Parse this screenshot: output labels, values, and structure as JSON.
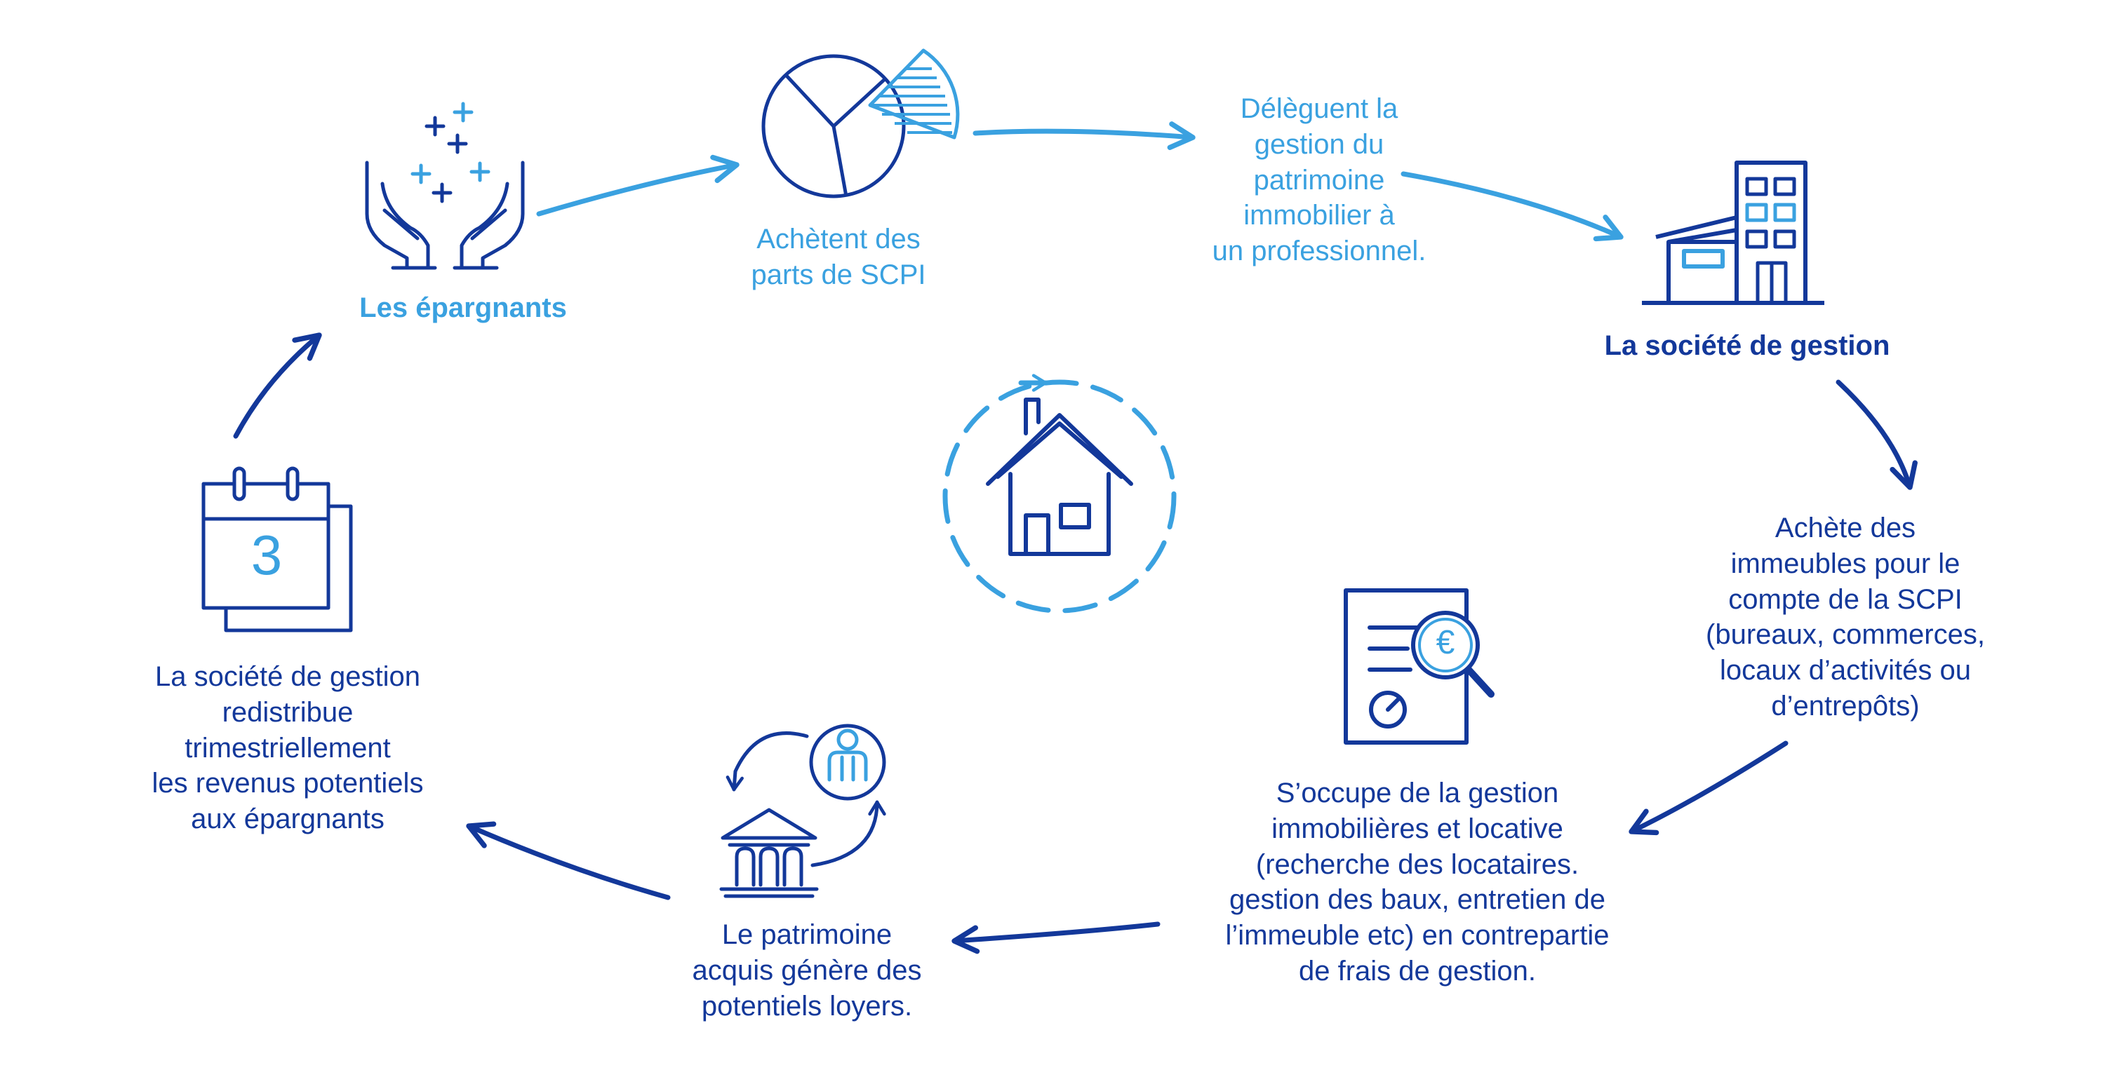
{
  "colors": {
    "light": "#3aa1e0",
    "dark": "#13389a"
  },
  "nodes": {
    "epargnants": {
      "title": "Les épargnants",
      "icon": "hands-with-plus-icon"
    },
    "achat_parts": {
      "lines": [
        "Achètent des",
        "parts de SCPI"
      ],
      "icon": "pie-chart-icon"
    },
    "delegation": {
      "lines": [
        "Délèguent la",
        "gestion du",
        "patrimoine",
        "immobilier à",
        "un professionnel."
      ]
    },
    "societe": {
      "title": "La société de gestion",
      "icon": "office-building-icon"
    },
    "achat_immeubles": {
      "lines": [
        "Achète des",
        "immeubles pour le",
        "compte de la SCPI",
        "(bureaux, commerces,",
        "locaux d’activités ou",
        "d’entrepôts)"
      ]
    },
    "gestion": {
      "lines": [
        "S’occupe de la gestion",
        "immobilières et locative",
        "(recherche des locataires.",
        "gestion des baux, entretien de",
        "l’immeuble etc) en contrepartie",
        "de frais de gestion."
      ],
      "icon": "document-euro-magnifier-icon",
      "icon_symbol": "€"
    },
    "loyers": {
      "lines": [
        "Le patrimoine",
        "acquis génère des",
        "potentiels loyers."
      ],
      "icon": "bank-person-cycle-icon"
    },
    "redistribution": {
      "lines": [
        "La société de gestion",
        "redistribue",
        "trimestriellement",
        "les revenus potentiels",
        "aux épargnants"
      ],
      "icon": "calendar-icon",
      "icon_value": "3"
    },
    "center": {
      "icon": "house-refresh-icon"
    }
  }
}
